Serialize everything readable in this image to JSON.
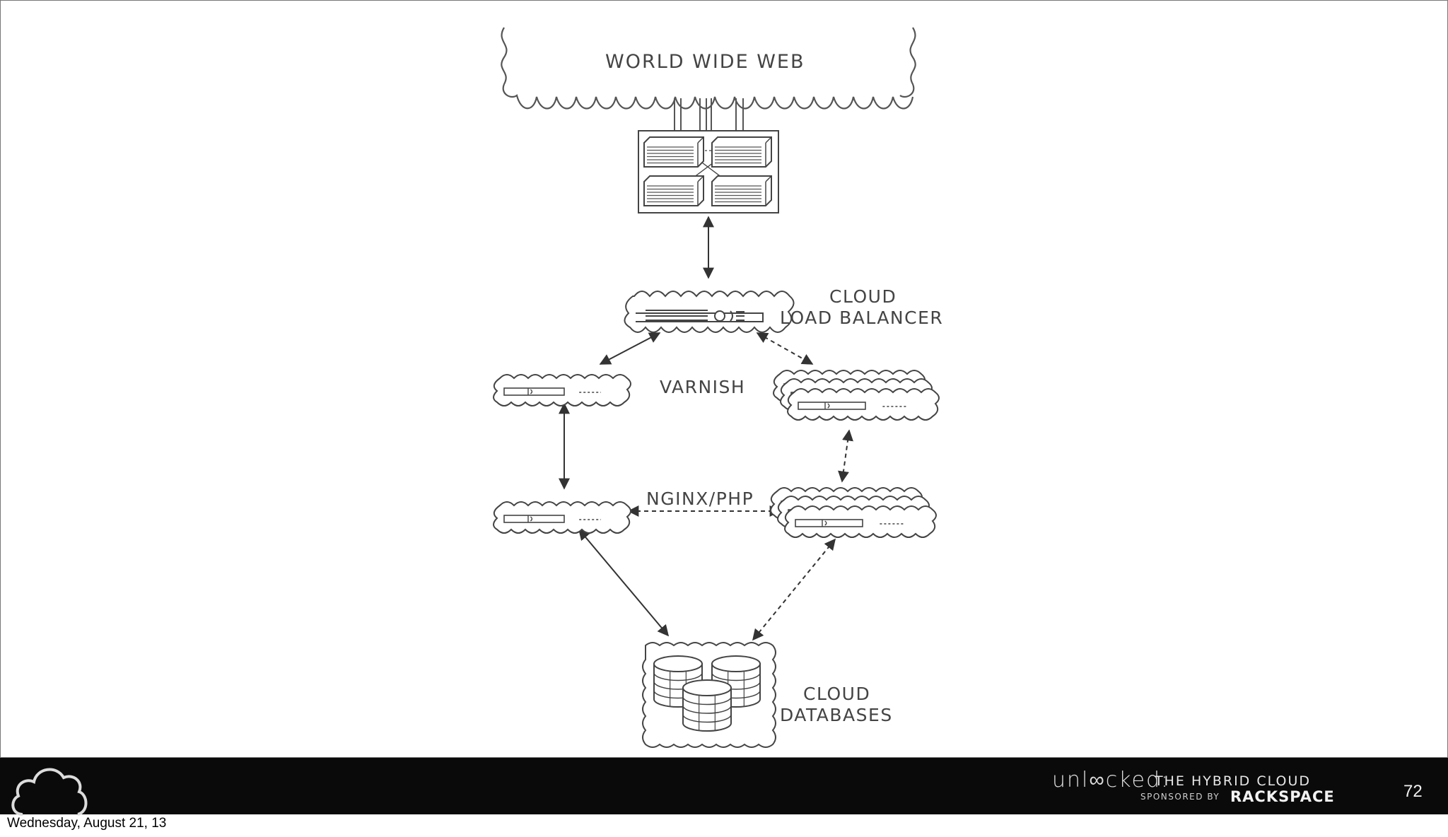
{
  "diagram": {
    "title": "WORLD WIDE WEB",
    "nodes": [
      {
        "id": "www",
        "label": "WORLD WIDE WEB",
        "icon": "cloud-icon"
      },
      {
        "id": "edge",
        "label": "",
        "icon": "server-rack-icon"
      },
      {
        "id": "lb",
        "label": "CLOUD LOAD BALANCER",
        "icon": "load-balancer-icon"
      },
      {
        "id": "varnish",
        "label": "VARNISH",
        "icon": "server-icon"
      },
      {
        "id": "nginx",
        "label": "NGINX/PHP",
        "icon": "server-icon"
      },
      {
        "id": "db",
        "label": "CLOUD DATABASES",
        "icon": "database-icon"
      }
    ],
    "edges": [
      {
        "from": "edge",
        "to": "lb",
        "style": "solid"
      },
      {
        "from": "lb",
        "to": "varnish-1",
        "style": "solid"
      },
      {
        "from": "lb",
        "to": "varnish-2",
        "style": "dashed"
      },
      {
        "from": "varnish-1",
        "to": "nginx-1",
        "style": "solid"
      },
      {
        "from": "varnish-2",
        "to": "nginx-2",
        "style": "dashed"
      },
      {
        "from": "nginx-1",
        "to": "nginx-2",
        "style": "dashed"
      },
      {
        "from": "nginx-1",
        "to": "db",
        "style": "solid"
      },
      {
        "from": "nginx-2",
        "to": "db",
        "style": "dashed"
      }
    ],
    "labels": {
      "www": "WORLD WIDE WEB",
      "cloud_lb_line1": "CLOUD",
      "cloud_lb_line2": "LOAD BALANCER",
      "varnish": "VARNISH",
      "nginx": "NGINX/PHP",
      "cloud_db_line1": "CLOUD",
      "cloud_db_line2": "DATABASES"
    }
  },
  "footer": {
    "brand_unlocked": "unl∞cked:",
    "brand_subtitle": "THE HYBRID CLOUD",
    "brand_sponsored": "SPONSORED BY",
    "brand_rackspace": "RACKSPACE",
    "page_number": "72",
    "cloud_icon": "cloud-outline-icon"
  },
  "date": "Wednesday, August 21, 13",
  "colors": {
    "line": "#333333",
    "label": "#444444",
    "footer_bg": "#0a0a0a",
    "footer_text": "#e8e8e8"
  }
}
